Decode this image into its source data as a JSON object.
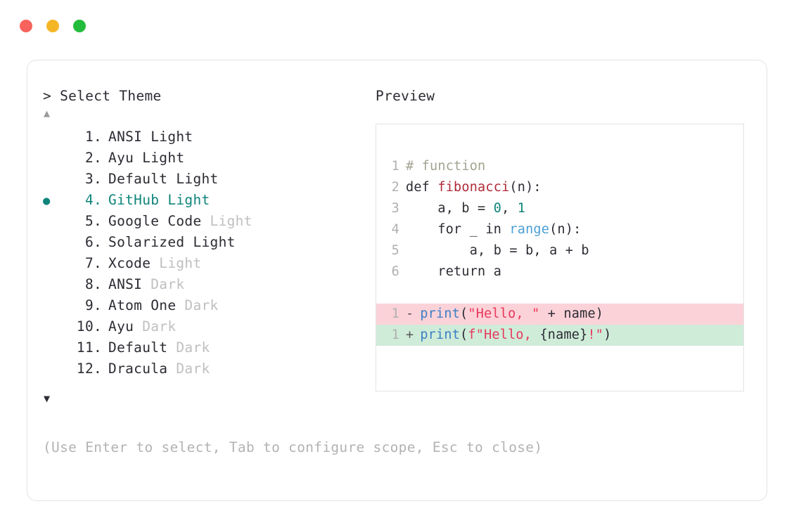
{
  "window": {
    "traffic_lights": [
      {
        "name": "close",
        "color": "#f7635c"
      },
      {
        "name": "minimize",
        "color": "#f5b626"
      },
      {
        "name": "maximize",
        "color": "#23bb3b"
      }
    ]
  },
  "prompt": {
    "caret": ">",
    "title": "Select Theme",
    "scroll_up_icon": "▲",
    "scroll_down_icon": "▼",
    "selected_bullet": "●",
    "accent_color": "#0f857b",
    "dim_color": "#bfbfbf",
    "text_color": "#2b2b33"
  },
  "themes": [
    {
      "num": "1",
      "name": "ANSI",
      "suffix": "Light",
      "dim": false,
      "selected": false
    },
    {
      "num": "2",
      "name": "Ayu",
      "suffix": "Light",
      "dim": false,
      "selected": false
    },
    {
      "num": "3",
      "name": "Default",
      "suffix": "Light",
      "dim": false,
      "selected": false
    },
    {
      "num": "4",
      "name": "GitHub",
      "suffix": "Light",
      "dim": false,
      "selected": true
    },
    {
      "num": "5",
      "name": "Google Code",
      "suffix": "Light",
      "dim": true,
      "selected": false
    },
    {
      "num": "6",
      "name": "Solarized",
      "suffix": "Light",
      "dim": false,
      "selected": false
    },
    {
      "num": "7",
      "name": "Xcode",
      "suffix": "Light",
      "dim": true,
      "selected": false
    },
    {
      "num": "8",
      "name": "ANSI",
      "suffix": "Dark",
      "dim": true,
      "selected": false
    },
    {
      "num": "9",
      "name": "Atom One",
      "suffix": "Dark",
      "dim": true,
      "selected": false
    },
    {
      "num": "10",
      "name": "Ayu",
      "suffix": "Dark",
      "dim": true,
      "selected": false
    },
    {
      "num": "11",
      "name": "Default",
      "suffix": "Dark",
      "dim": true,
      "selected": false
    },
    {
      "num": "12",
      "name": "Dracula",
      "suffix": "Dark",
      "dim": true,
      "selected": false
    }
  ],
  "hint": "(Use Enter to select, Tab to configure scope, Esc to close)",
  "preview": {
    "label": "Preview",
    "code_lines": [
      {
        "num": "1",
        "tokens": [
          {
            "t": "# function",
            "c": "comment"
          }
        ]
      },
      {
        "num": "2",
        "tokens": [
          {
            "t": "def ",
            "c": "kw"
          },
          {
            "t": "fibonacci",
            "c": "fn"
          },
          {
            "t": "(n):",
            "c": "plain"
          }
        ]
      },
      {
        "num": "3",
        "tokens": [
          {
            "t": "    a, b = ",
            "c": "plain"
          },
          {
            "t": "0",
            "c": "num"
          },
          {
            "t": ", ",
            "c": "plain"
          },
          {
            "t": "1",
            "c": "num"
          }
        ]
      },
      {
        "num": "4",
        "tokens": [
          {
            "t": "    for _ in ",
            "c": "plain"
          },
          {
            "t": "range",
            "c": "builtin"
          },
          {
            "t": "(n):",
            "c": "plain"
          }
        ]
      },
      {
        "num": "5",
        "tokens": [
          {
            "t": "        a, b = b, a + b",
            "c": "plain"
          }
        ]
      },
      {
        "num": "6",
        "tokens": [
          {
            "t": "    return a",
            "c": "plain"
          }
        ]
      }
    ],
    "diff_lines": [
      {
        "num": "1",
        "marker": "-",
        "kind": "minus",
        "bg": "#fbd2d8",
        "tokens": [
          {
            "t": "print",
            "c": "print"
          },
          {
            "t": "(",
            "c": "plain"
          },
          {
            "t": "\"Hello, \"",
            "c": "str"
          },
          {
            "t": " + name)",
            "c": "plain"
          }
        ]
      },
      {
        "num": "1",
        "marker": "+",
        "kind": "plus",
        "bg": "#cfecd9",
        "tokens": [
          {
            "t": "print",
            "c": "print"
          },
          {
            "t": "(",
            "c": "plain"
          },
          {
            "t": "f\"Hello, ",
            "c": "str"
          },
          {
            "t": "{name}",
            "c": "plain"
          },
          {
            "t": "!\"",
            "c": "str"
          },
          {
            "t": ")",
            "c": "plain"
          }
        ]
      }
    ]
  }
}
